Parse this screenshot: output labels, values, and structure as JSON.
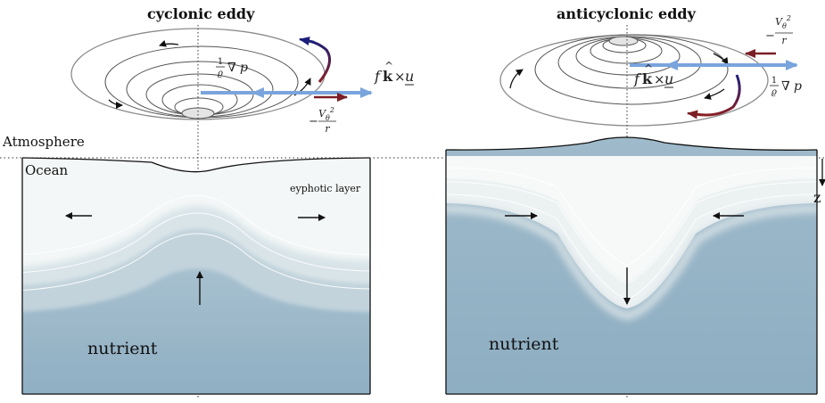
{
  "titles": {
    "left": "cyclonic eddy",
    "right": "anticyclonic eddy"
  },
  "labels": {
    "atmosphere": "Atmosphere",
    "ocean": "Ocean",
    "euphotic": "eyphotic layer",
    "nutrient_left": "nutrient",
    "nutrient_right": "nutrient",
    "z_axis": "z"
  },
  "math": {
    "coriolis": "f k̂×u",
    "pressure": "(1/ϱ)∇p",
    "centrifugal": "−V_θ²/r"
  },
  "colors": {
    "pressure_arrow": "#7aa4dc",
    "coriolis_arrow_dark": "#1c1f7a",
    "centrifugal_arrow": "#7a1f24",
    "deep_water": "#93b3c6",
    "surface_water": "#f4f7f7"
  }
}
